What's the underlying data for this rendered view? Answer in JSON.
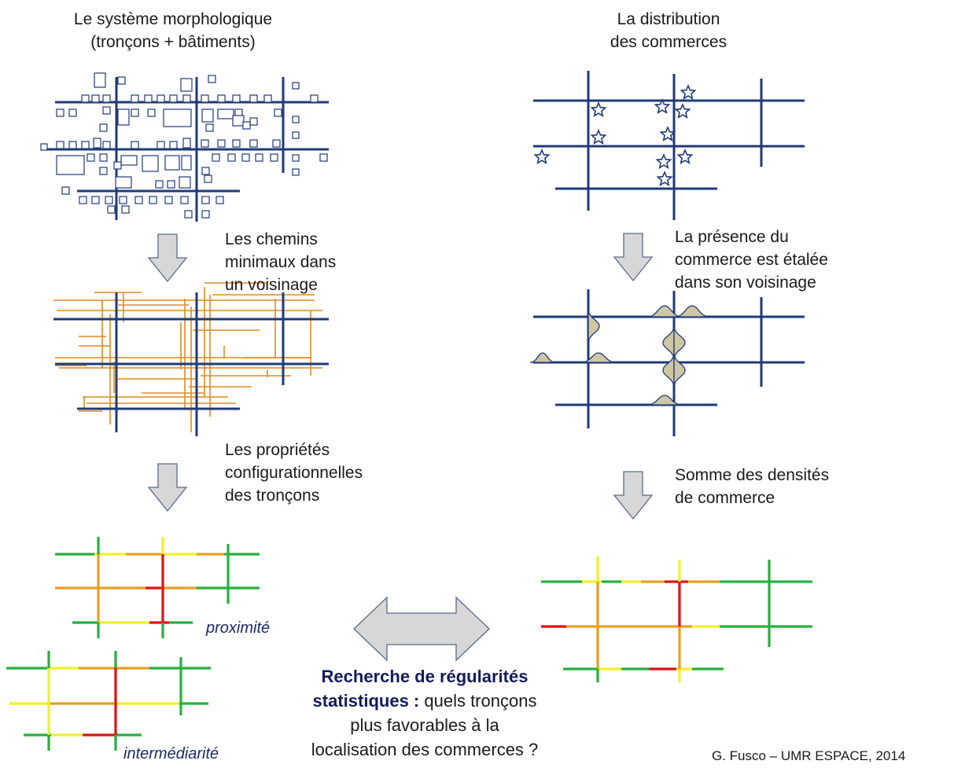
{
  "colors": {
    "street": "#1f3a7a",
    "path": "#e08a1e",
    "high": "#e01010",
    "mid": "#e6a020",
    "low": "#f2ef2a",
    "base": "#26b03c",
    "arrow_fill": "#d7d7d7",
    "arrow_stroke": "#5a6b8a",
    "kernel_fill": "#cfc7a3",
    "text_accent": "#141b5a"
  },
  "left_column": {
    "title_line1": "Le système morphologique",
    "title_line2": "(tronçons + bâtiments)",
    "step1_line1": "Les chemins",
    "step1_line2": "minimaux dans",
    "step1_line3": "un voisinage",
    "step2_line1": "Les propriétés",
    "step2_line2": "configurationnelles",
    "step2_line3": "des tronçons",
    "map_label_proximity": "proximité",
    "map_label_betweenness": "intermédiarité"
  },
  "right_column": {
    "title_line1": "La distribution",
    "title_line2": "des commerces",
    "step1_line1": "La présence du",
    "step1_line2": "commerce est étalée",
    "step1_line3": "dans son voisinage",
    "step2_line1": "Somme des densités",
    "step2_line2": "de commerce"
  },
  "bottom": {
    "question_bold_1": "Recherche de régularités",
    "question_bold_2": "statistiques :",
    "question_rest_2": " quels tronçons",
    "question_line3": "plus favorables à la",
    "question_line4": "localisation des commerces ?",
    "credit": "G. Fusco – UMR ESPACE, 2014"
  }
}
